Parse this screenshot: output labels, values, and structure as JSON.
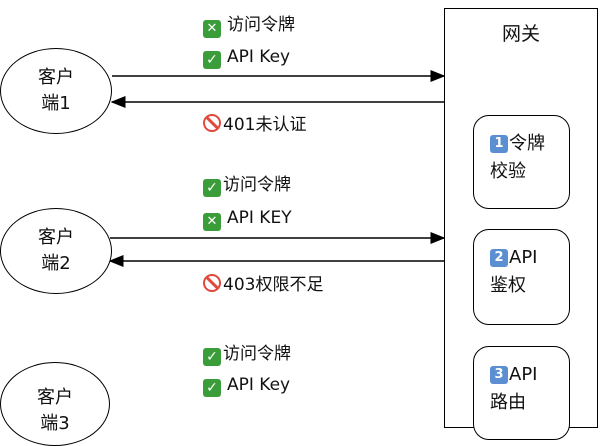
{
  "gateway": {
    "title": "网关",
    "stages": [
      {
        "num": "1",
        "line1": "令牌",
        "line2": "校验"
      },
      {
        "num": "2",
        "line1": "API",
        "line2": "鉴权"
      },
      {
        "num": "3",
        "line1": "API",
        "line2": "路由"
      }
    ]
  },
  "clients": [
    {
      "line1": "客户",
      "line2": "端1",
      "request": [
        {
          "status": "invalid",
          "label": "访问令牌"
        },
        {
          "status": "valid",
          "label": "API Key"
        }
      ],
      "response": {
        "code": "401",
        "label": "未认证"
      }
    },
    {
      "line1": "客户",
      "line2": "端2",
      "request": [
        {
          "status": "valid",
          "label": "访问令牌"
        },
        {
          "status": "invalid",
          "label": "API KEY"
        }
      ],
      "response": {
        "code": "403",
        "label": "权限不足"
      }
    },
    {
      "line1": "客户",
      "line2": "端3",
      "request": [
        {
          "status": "valid",
          "label": "访问令牌"
        },
        {
          "status": "valid",
          "label": "API Key"
        }
      ]
    }
  ]
}
